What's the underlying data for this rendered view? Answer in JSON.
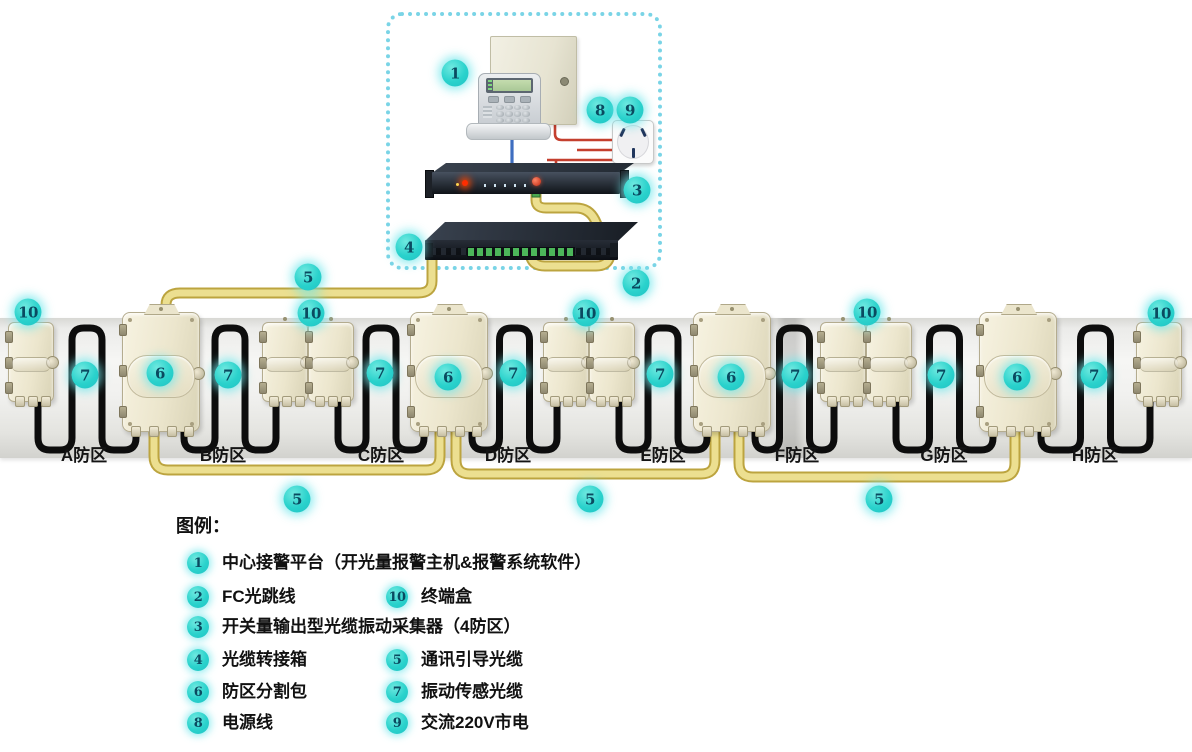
{
  "nums": {
    "n1": "1",
    "n2": "2",
    "n3": "3",
    "n4": "4",
    "n5": "5",
    "n6": "6",
    "n7": "7",
    "n8": "8",
    "n9": "9",
    "n10": "10"
  },
  "zones": [
    "A防区",
    "B防区",
    "C防区",
    "D防区",
    "E防区",
    "F防区",
    "G防区",
    "H防区"
  ],
  "legend": {
    "title": "图例：",
    "items": [
      {
        "num": "1",
        "text": "中心接警平台（开光量报警主机&报警系统软件）"
      },
      {
        "num": "2",
        "text": "FC光跳线"
      },
      {
        "num": "10",
        "text": "终端盒"
      },
      {
        "num": "3",
        "text": "开关量输出型光缆振动采集器（4防区）"
      },
      {
        "num": "4",
        "text": "光缆转接箱"
      },
      {
        "num": "5",
        "text": "通讯引导光缆"
      },
      {
        "num": "6",
        "text": "防区分割包"
      },
      {
        "num": "7",
        "text": "振动传感光缆"
      },
      {
        "num": "8",
        "text": "电源线"
      },
      {
        "num": "9",
        "text": "交流220V市电"
      }
    ]
  },
  "colors": {
    "accent_badge": "#2ad2cc",
    "badge_text": "#0a4a60",
    "guide_cable_yellow": "#ecdf90",
    "sensing_cable_black": "#0d0d0d",
    "power_wire_red": "#c43f2e",
    "signal_wire_blue": "#3e6ec0",
    "box_beige": "#ece6cd"
  }
}
